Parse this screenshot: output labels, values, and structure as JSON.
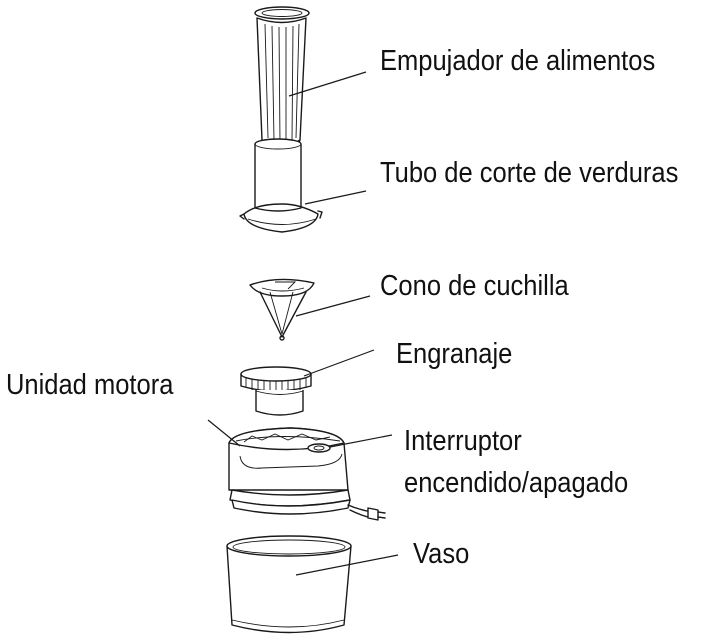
{
  "labels": {
    "food_pusher": "Empujador de alimentos",
    "cutting_tube": "Tubo de corte de verduras",
    "blade_cone": "Cono de cuchilla",
    "gear": "Engranaje",
    "motor_unit": "Unidad motora",
    "switch_line1": "Interruptor",
    "switch_line2": "encendido/apagado",
    "bowl": "Vaso"
  }
}
